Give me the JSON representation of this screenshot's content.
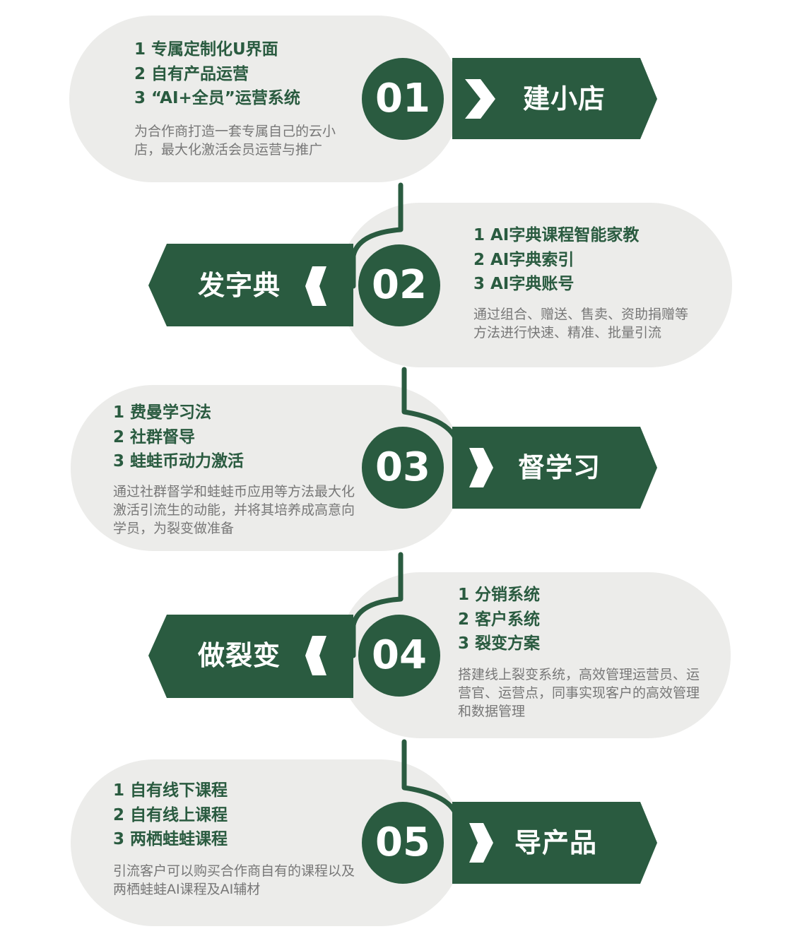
{
  "colors": {
    "green": "#2a5b40",
    "pill": "#ececea",
    "item_text": "#2a5b40",
    "desc_text": "#777777"
  },
  "steps": [
    {
      "number": "01",
      "title": "建小店",
      "arrow": "chevron-right-icon",
      "items": [
        "1 专属定制化U界面",
        "2 自有产品运营",
        "3 “AI+全员”运营系统"
      ],
      "description": "为合作商打造一套专属自己的云小店，最大化激活会员运营与推广"
    },
    {
      "number": "02",
      "title": "发字典",
      "arrow": "arrow-left-icon",
      "items": [
        "1 AI字典课程智能家教",
        "2 AI字典索引",
        "3 AI字典账号"
      ],
      "description": "通过组合、赠送、售卖、资助捐赠等方法进行快速、精准、批量引流"
    },
    {
      "number": "03",
      "title": "督学习",
      "arrow": "arrow-right-icon",
      "items": [
        "1 费曼学习法",
        "2 社群督导",
        "3 蛙蛙币动力激活"
      ],
      "description": "通过社群督学和蛙蛙币应用等方法最大化激活引流生的动能，并将其培养成高意向学员，为裂变做准备"
    },
    {
      "number": "04",
      "title": "做裂变",
      "arrow": "arrow-left-icon",
      "items": [
        "1 分销系统",
        "2 客户系统",
        "3 裂变方案"
      ],
      "description": "搭建线上裂变系统，高效管理运营员、运营官、运营点，同事实现客户的高效管理和数据管理"
    },
    {
      "number": "05",
      "title": "导产品",
      "arrow": "arrow-right-icon",
      "items": [
        "1 自有线下课程",
        "2 自有线上课程",
        "3 两栖蛙蛙课程"
      ],
      "description": "引流客户可以购买合作商自有的课程以及两栖蛙蛙AI课程及AI辅材"
    }
  ]
}
